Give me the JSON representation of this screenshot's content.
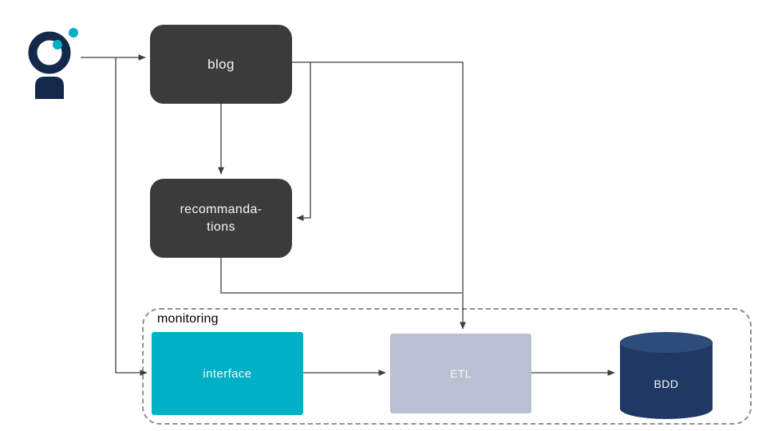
{
  "nodes": {
    "blog": "blog",
    "recommandations": "recommanda-\ntions",
    "interface": "interface",
    "etl": "ETL",
    "bdd": "BDD"
  },
  "container": {
    "monitoring_label": "monitoring"
  },
  "icons": {
    "logo": "user-logo-icon"
  },
  "colors": {
    "node_dark": "#3b3b3b",
    "interface_teal": "#00b0c7",
    "etl_gray": "#b9c0d1",
    "bdd_navy": "#1f3864",
    "bdd_top": "#2e4c7a",
    "logo_navy": "#14284b",
    "logo_teal": "#00b0c7",
    "connector": "#3f3f3f",
    "dashed_border": "#8f8f8f"
  }
}
